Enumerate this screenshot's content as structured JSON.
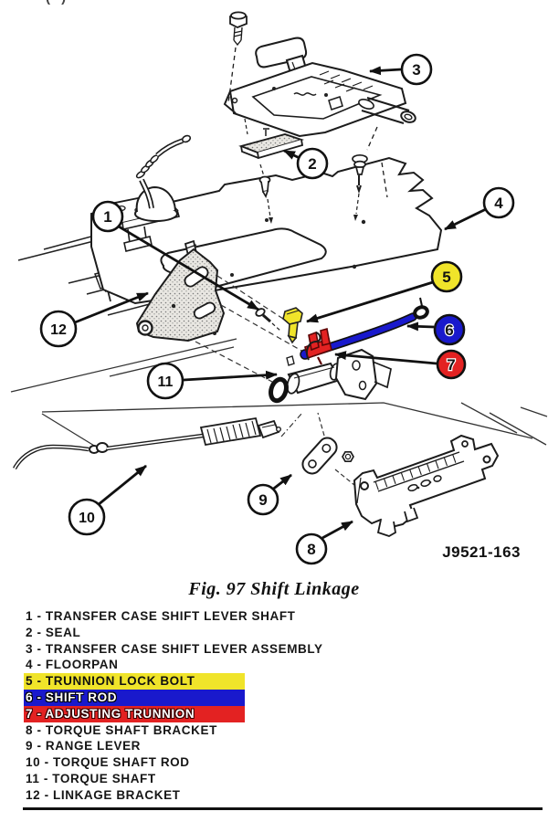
{
  "figure": {
    "caption": "Fig. 97 Shift Linkage",
    "drawing_number": "J9521-163",
    "cropped_top_fragment": "( )"
  },
  "colors": {
    "line": "#1a1a1a",
    "highlight_yellow": "#f0e42a",
    "highlight_blue": "#1919cc",
    "highlight_red": "#e32222"
  },
  "callouts": [
    {
      "number": "1"
    },
    {
      "number": "2"
    },
    {
      "number": "3"
    },
    {
      "number": "4"
    },
    {
      "number": "5"
    },
    {
      "number": "6"
    },
    {
      "number": "7"
    },
    {
      "number": "8"
    },
    {
      "number": "9"
    },
    {
      "number": "10"
    },
    {
      "number": "11"
    },
    {
      "number": "12"
    }
  ],
  "legend": {
    "separator": " - ",
    "items": [
      {
        "number": "1",
        "label": "TRANSFER CASE SHIFT LEVER SHAFT",
        "highlight": "none"
      },
      {
        "number": "2",
        "label": "SEAL",
        "highlight": "none"
      },
      {
        "number": "3",
        "label": "TRANSFER CASE SHIFT LEVER ASSEMBLY",
        "highlight": "none"
      },
      {
        "number": "4",
        "label": "FLOORPAN",
        "highlight": "none"
      },
      {
        "number": "5",
        "label": "TRUNNION LOCK BOLT",
        "highlight": "yellow"
      },
      {
        "number": "6",
        "label": "SHIFT ROD",
        "highlight": "blue"
      },
      {
        "number": "7",
        "label": "ADJUSTING TRUNNION",
        "highlight": "red"
      },
      {
        "number": "8",
        "label": "TORQUE SHAFT BRACKET",
        "highlight": "none"
      },
      {
        "number": "9",
        "label": "RANGE LEVER",
        "highlight": "none"
      },
      {
        "number": "10",
        "label": "TORQUE SHAFT ROD",
        "highlight": "none"
      },
      {
        "number": "11",
        "label": "TORQUE SHAFT",
        "highlight": "none"
      },
      {
        "number": "12",
        "label": "LINKAGE BRACKET",
        "highlight": "none"
      }
    ]
  }
}
